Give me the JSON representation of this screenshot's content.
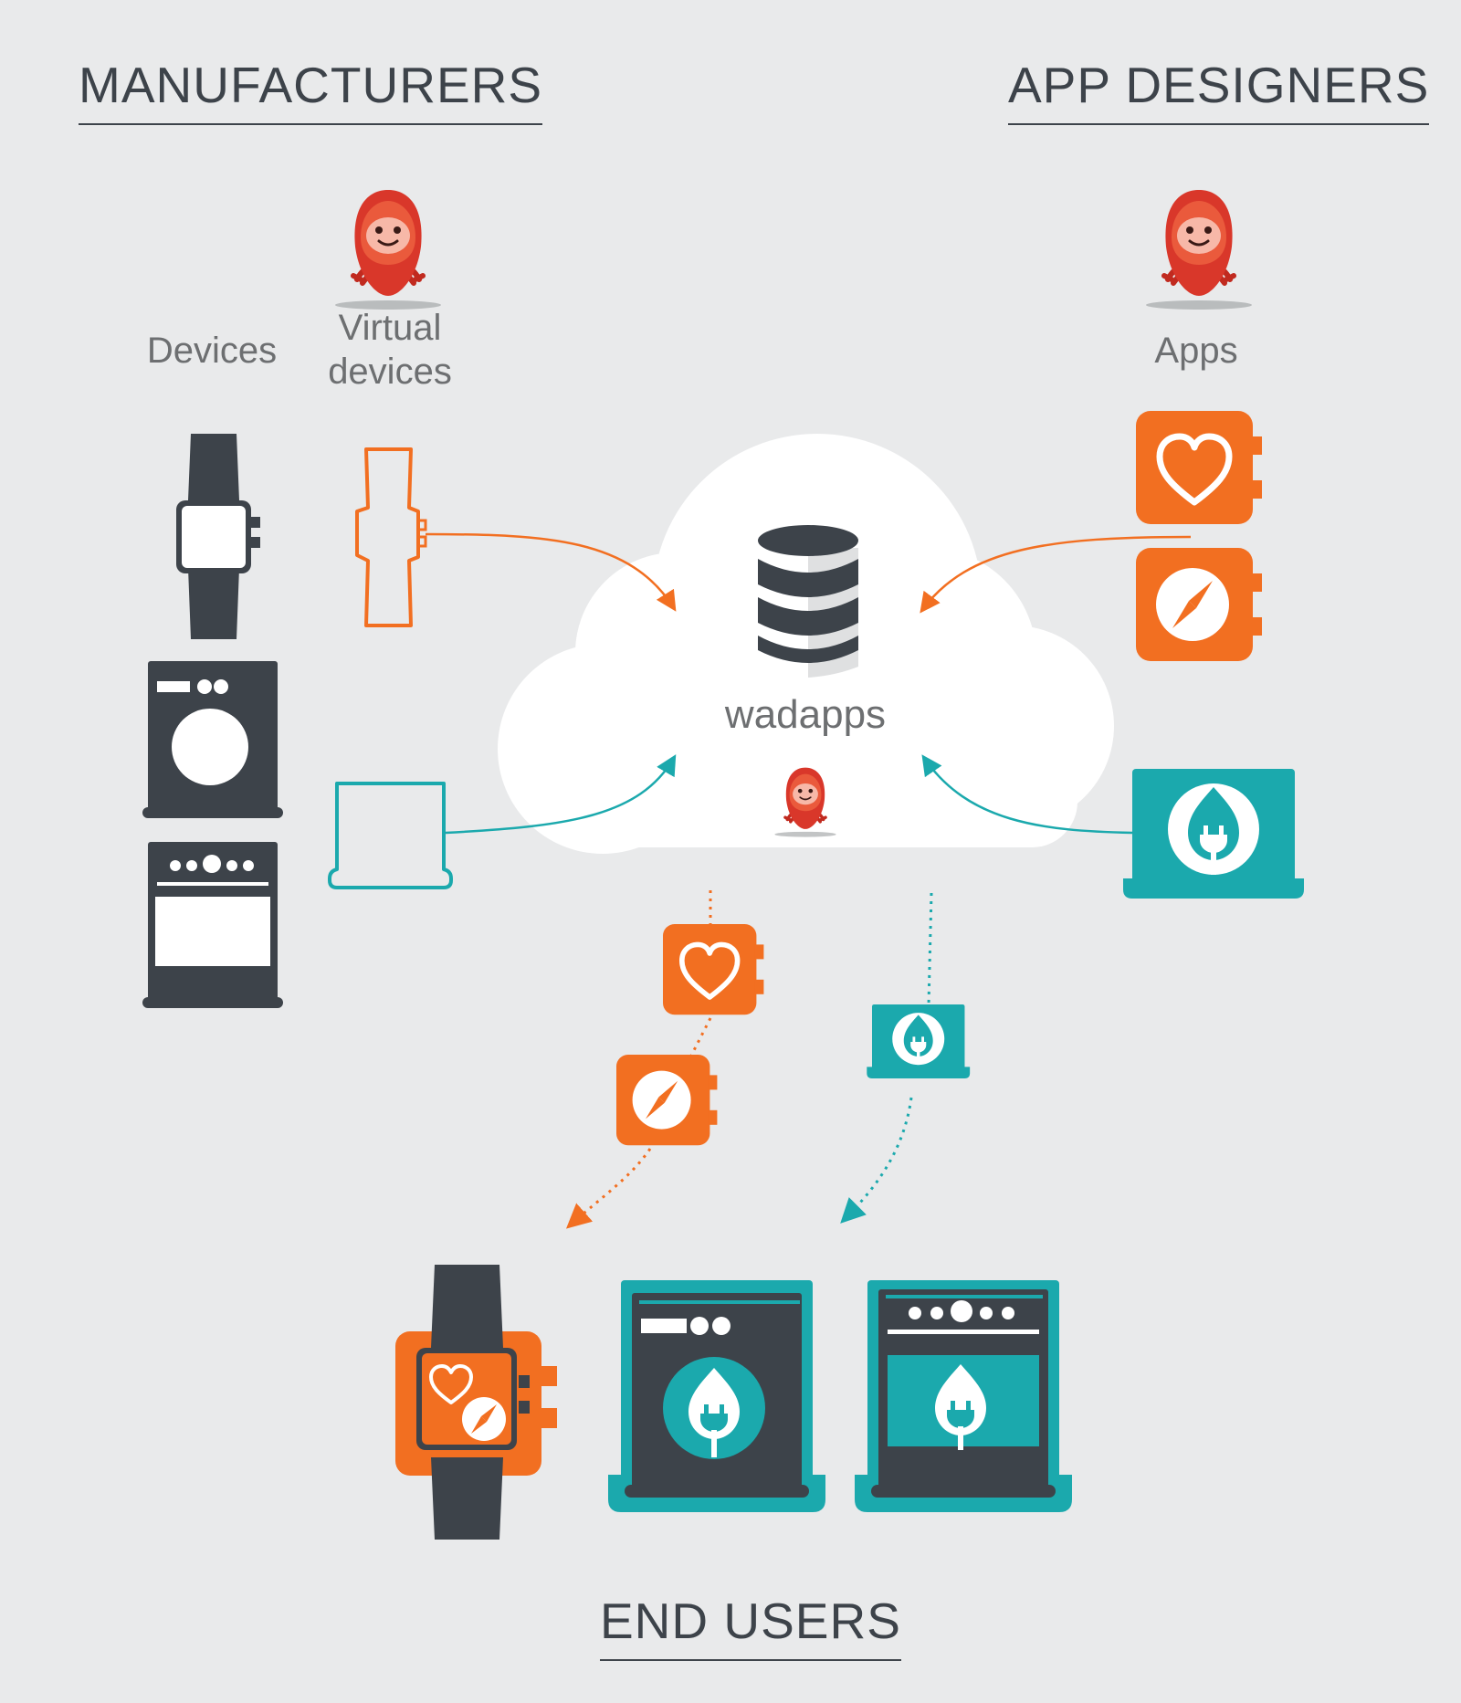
{
  "headings": {
    "manufacturers": "MANUFACTURERS",
    "app_designers": "APP DESIGNERS",
    "end_users": "END USERS"
  },
  "labels": {
    "devices": "Devices",
    "virtual_devices_line1": "Virtual",
    "virtual_devices_line2": "devices",
    "apps": "Apps",
    "cloud": "wadapps"
  },
  "colors": {
    "background": "#e9eaeb",
    "dark": "#3d434a",
    "orange": "#f26f21",
    "teal": "#1ba9ad",
    "cloud": "#ffffff",
    "mascot": "#d9372a"
  },
  "icons": [
    "mascot-icon",
    "smartwatch-icon",
    "washing-machine-icon",
    "oven-icon",
    "heart-app-icon",
    "compass-app-icon",
    "eco-plug-app-icon",
    "database-icon"
  ]
}
